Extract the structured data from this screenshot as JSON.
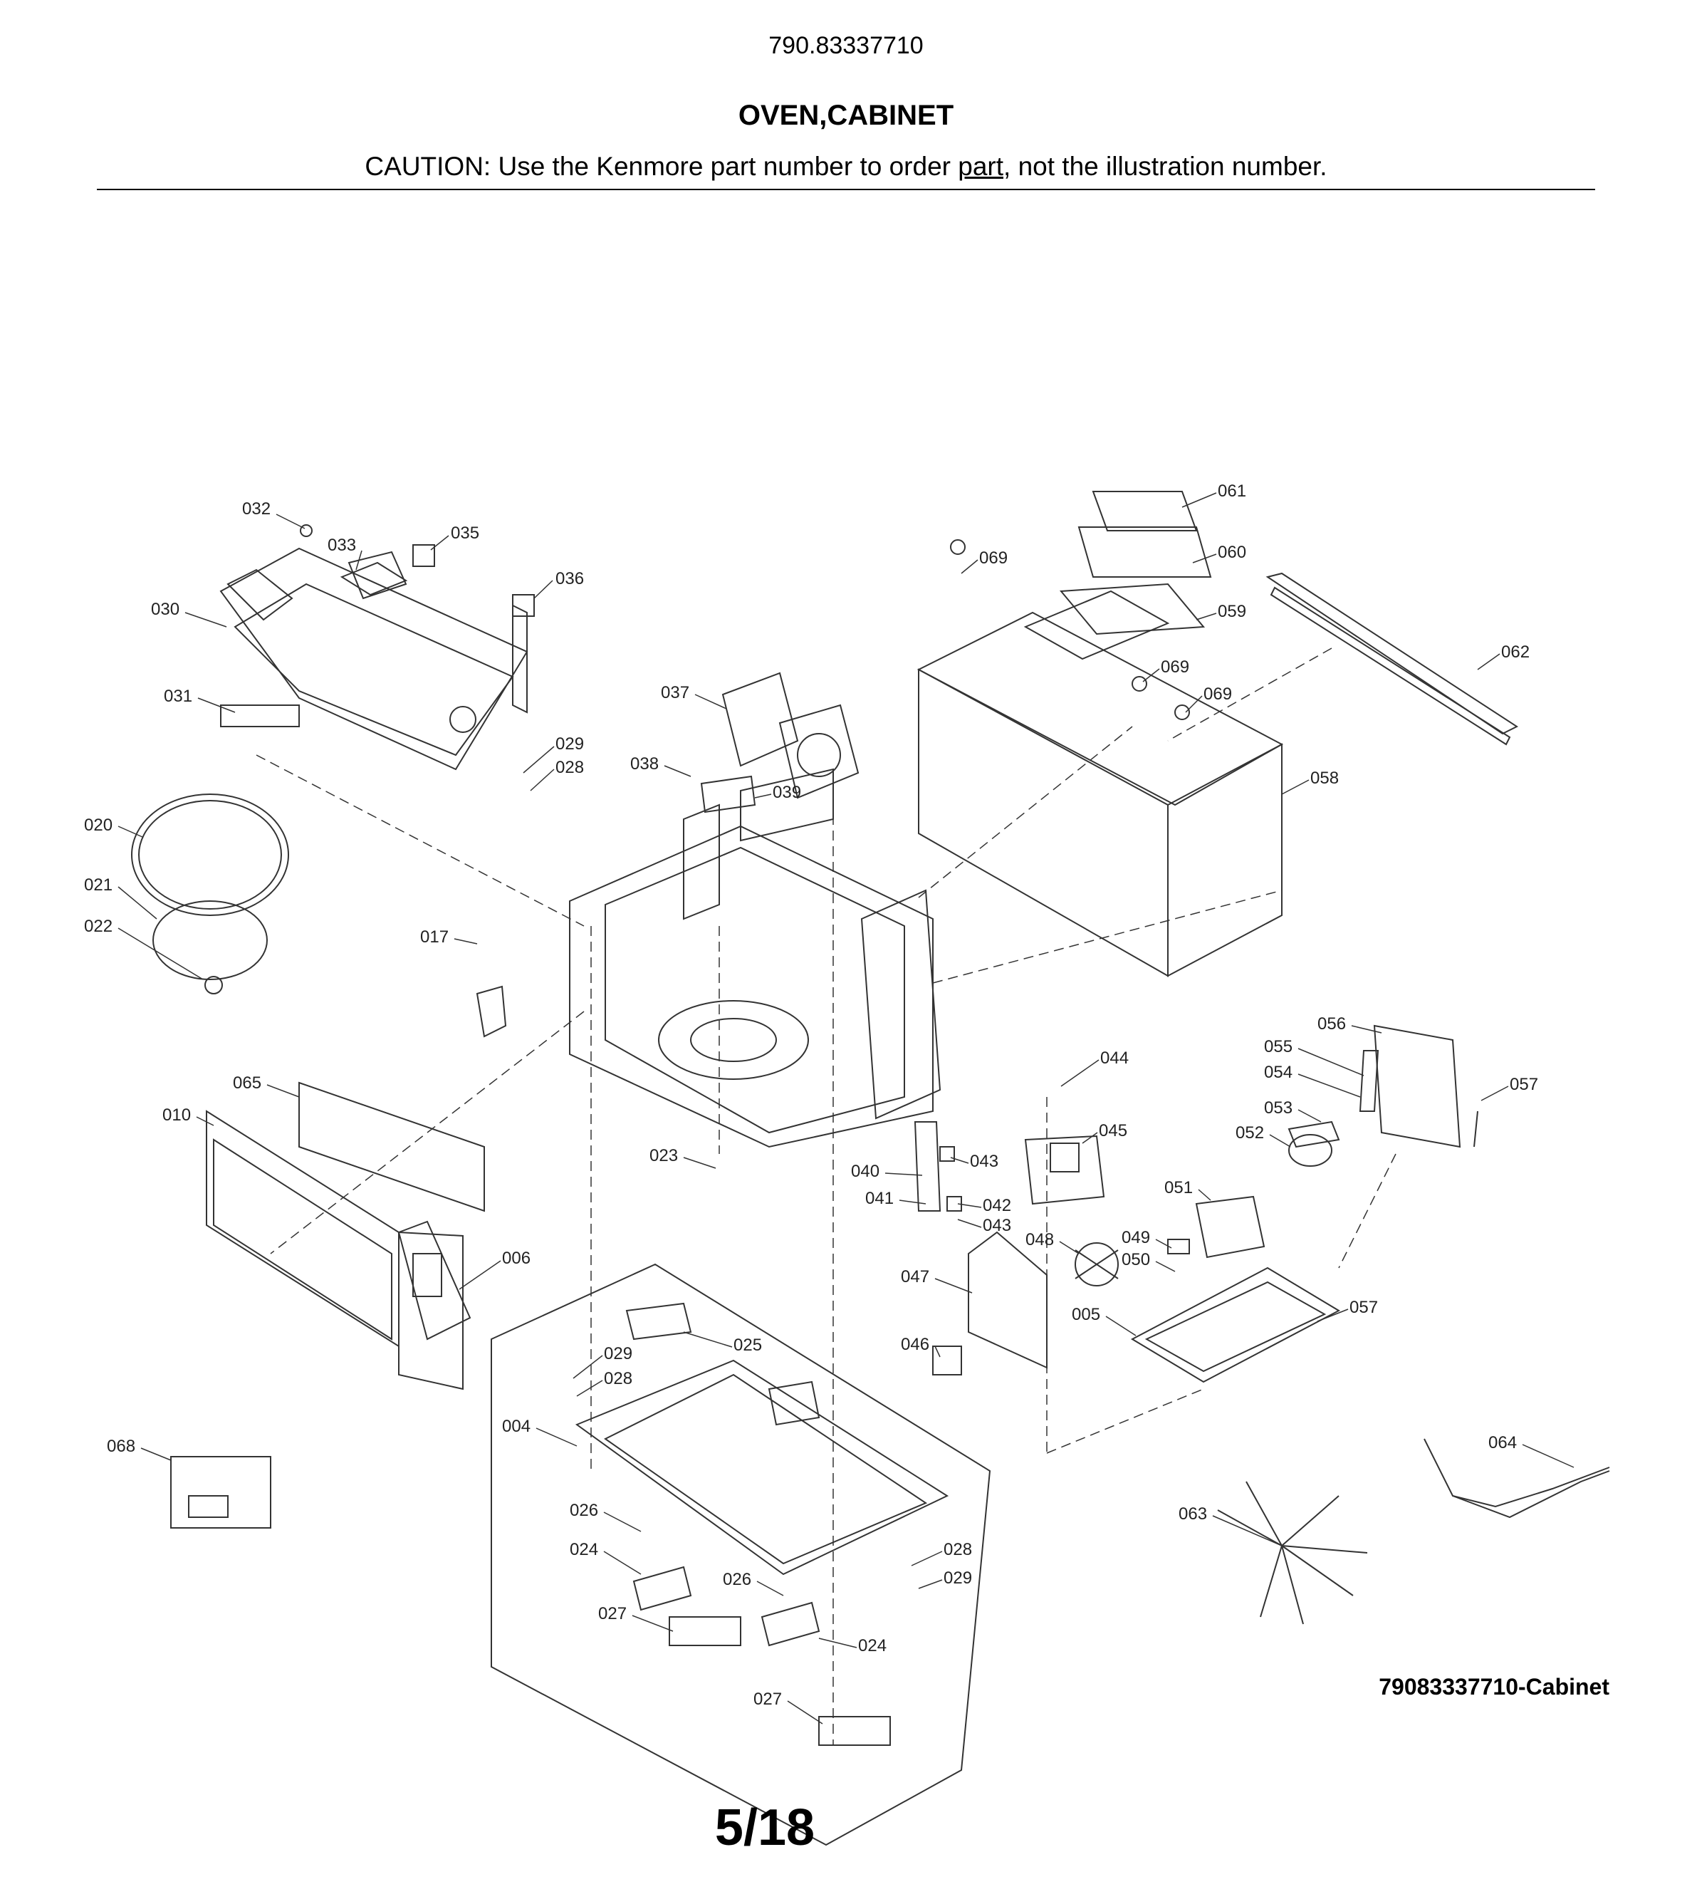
{
  "header": {
    "model_number": "790.83337710",
    "section_title": "OVEN,CABINET",
    "caution_prefix": "CAUTION: Use the Kenmore part number to order ",
    "caution_underlined": "part",
    "caution_suffix": ", not the illustration number."
  },
  "diagram": {
    "callouts": [
      "032",
      "033",
      "035",
      "036",
      "030",
      "031",
      "029",
      "028",
      "037",
      "038",
      "039",
      "020",
      "021",
      "022",
      "017",
      "065",
      "010",
      "023",
      "006",
      "040",
      "041",
      "042",
      "043",
      "043",
      "044",
      "045",
      "061",
      "060",
      "069",
      "069",
      "069",
      "059",
      "062",
      "058",
      "056",
      "055",
      "054",
      "053",
      "052",
      "057",
      "051",
      "048",
      "049",
      "050",
      "047",
      "005",
      "057",
      "046",
      "029",
      "028",
      "004",
      "025",
      "026",
      "024",
      "026",
      "028",
      "029",
      "024",
      "027",
      "027",
      "068",
      "064",
      "063"
    ]
  },
  "footer": {
    "figure_id": "79083337710-Cabinet",
    "page": "5/18"
  }
}
